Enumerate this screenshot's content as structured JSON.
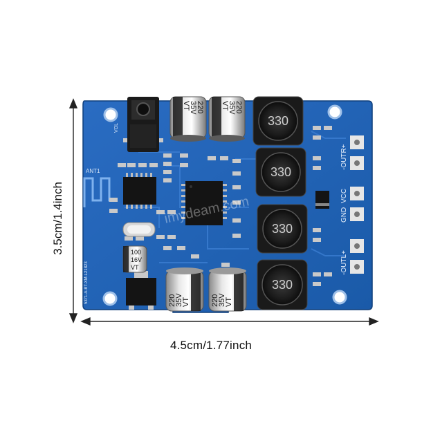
{
  "dimensions": {
    "width_label": "4.5cm/1.77inch",
    "height_label": "3.5cm/1.4inch"
  },
  "board": {
    "color": "#1f5fb0",
    "silkscreen": {
      "antenna": "ANT1",
      "vol": "VOL",
      "outr": "-OUTR+",
      "outl": "-OUTL+",
      "gnd": "GND",
      "vcc": "VCC",
      "serial": "5371-A-BT-XM-L21823"
    },
    "capacitors": [
      {
        "lines": [
          "220",
          "35V",
          "VT"
        ]
      },
      {
        "lines": [
          "220",
          "35V",
          "VT"
        ]
      },
      {
        "lines": [
          "220",
          "35V",
          "VT"
        ]
      },
      {
        "lines": [
          "220",
          "35V",
          "VT"
        ]
      }
    ],
    "small_capacitor": {
      "lines": [
        "100",
        "16V",
        "VT"
      ]
    },
    "inductors": [
      "330",
      "330",
      "330",
      "330"
    ],
    "watermark": "imydeam.com"
  }
}
